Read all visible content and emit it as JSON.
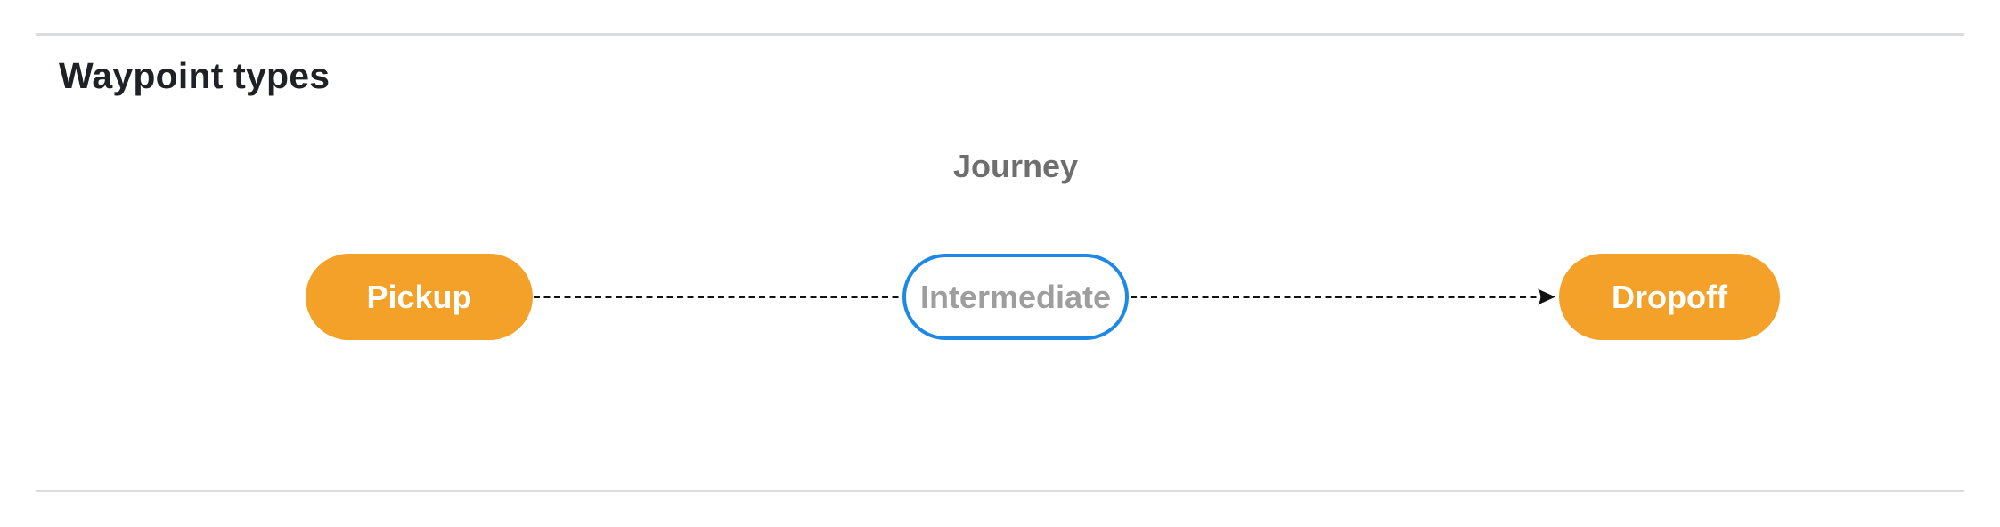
{
  "page": {
    "title": "Waypoint types"
  },
  "diagram": {
    "group_label": "Journey",
    "nodes": [
      {
        "id": "pickup",
        "label": "Pickup",
        "style": "filled-orange"
      },
      {
        "id": "intermediate",
        "label": "Intermediate",
        "style": "outlined-blue"
      },
      {
        "id": "dropoff",
        "label": "Dropoff",
        "style": "filled-orange"
      }
    ],
    "edges": [
      {
        "from": "pickup",
        "to": "intermediate",
        "line": "dashed",
        "arrowhead": false
      },
      {
        "from": "intermediate",
        "to": "dropoff",
        "line": "dashed",
        "arrowhead": true
      }
    ]
  },
  "colors": {
    "background": "#FFFFFF",
    "node_fill_orange": "#F4A129",
    "node_outline_blue": "#1E88E5",
    "node_text_white": "#FFFFFF",
    "node_text_gray": "#9E9E9E",
    "group_label_gray": "#6E6E6E",
    "title_black": "#202124",
    "connector_black": "#111111",
    "divider_gray": "#DADCE0"
  }
}
